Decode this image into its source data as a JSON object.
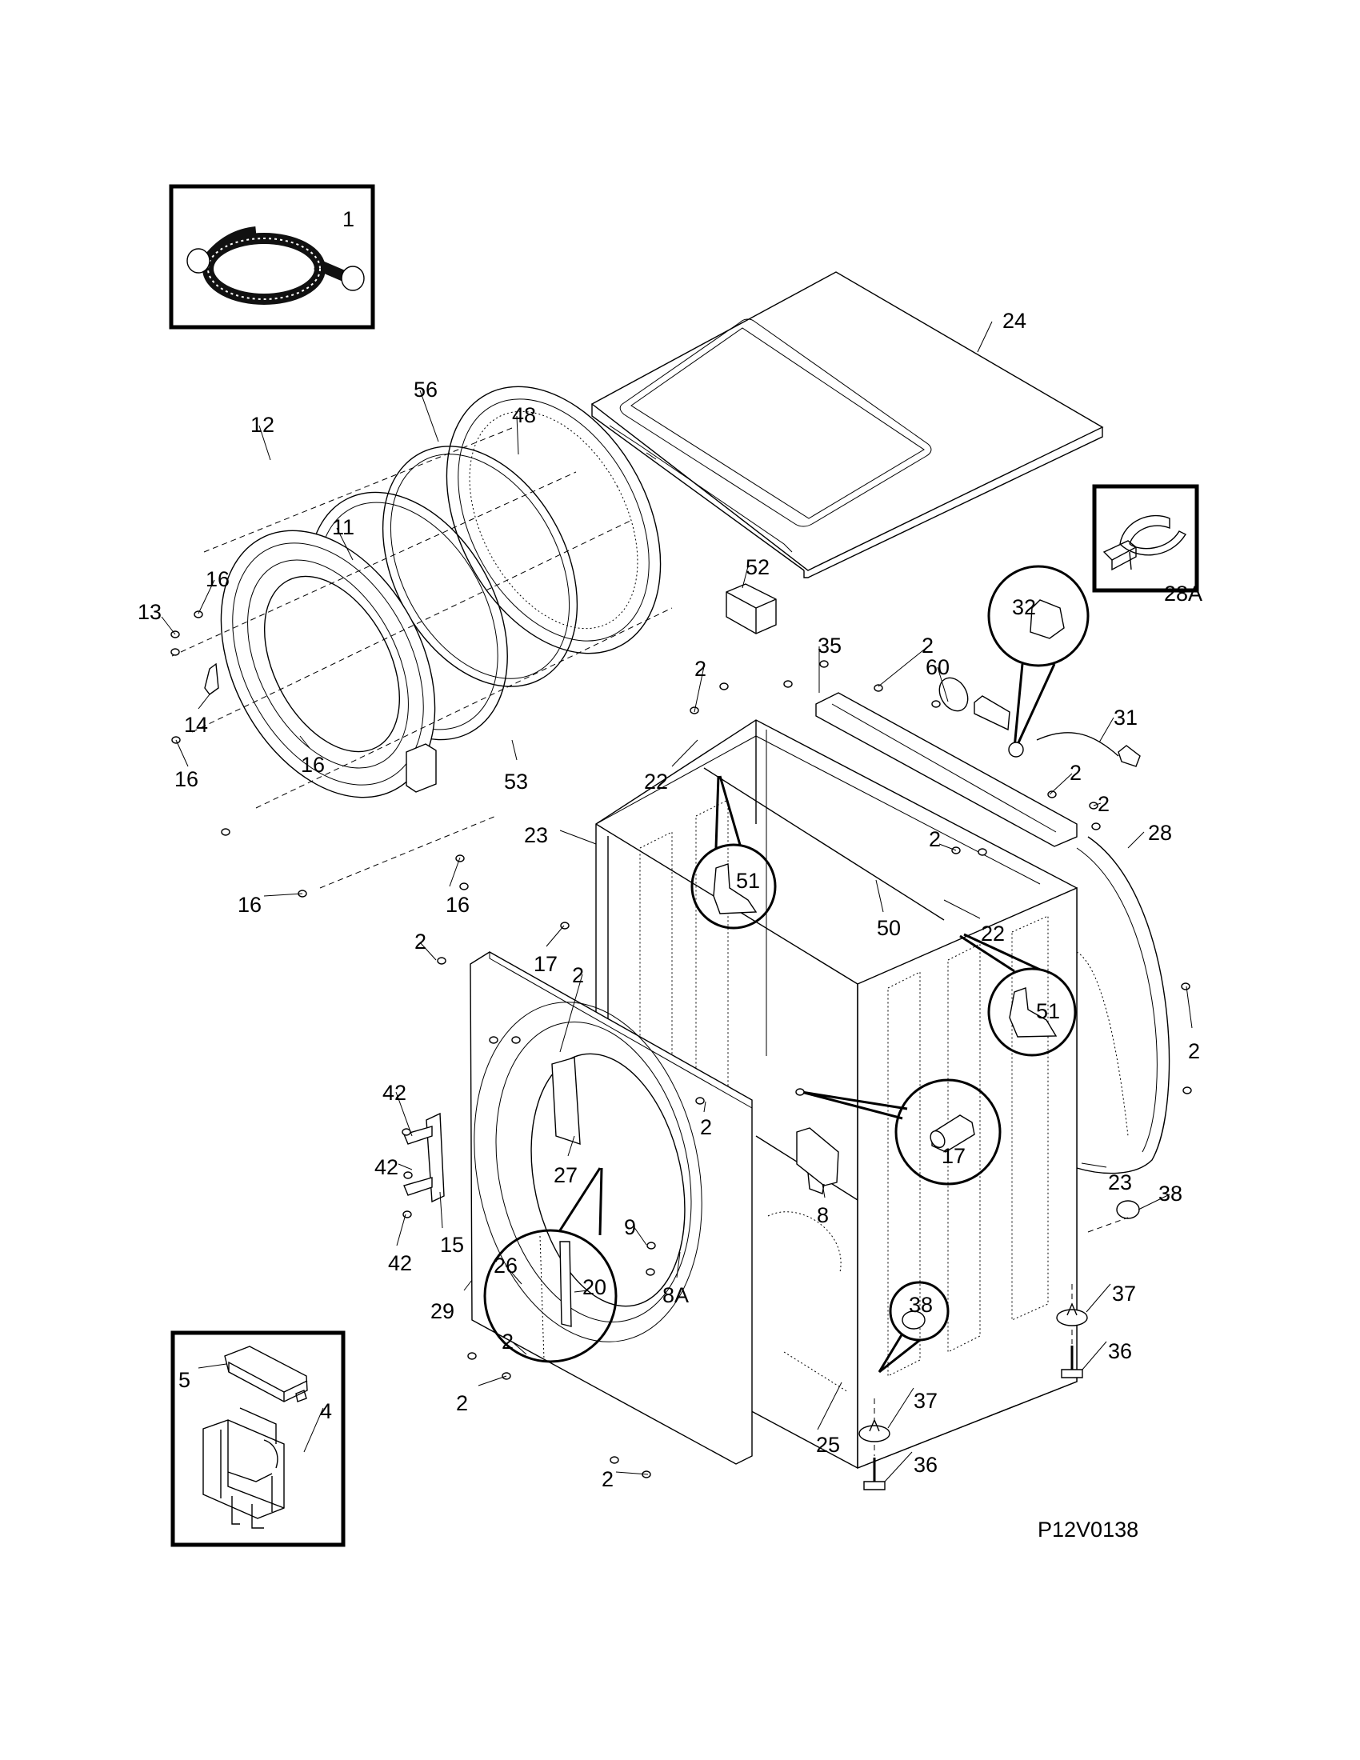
{
  "diagram": {
    "title": "Washer cabinet / top / front panel exploded parts view",
    "drawing_code": "P12V0138",
    "inset_boxes": [
      {
        "id": "inset-hose",
        "part": "1"
      },
      {
        "id": "inset-clamp",
        "part": "28A"
      },
      {
        "id": "inset-control",
        "parts": [
          "5",
          "4"
        ]
      }
    ],
    "callouts": [
      {
        "id": "c1",
        "label": "1"
      },
      {
        "id": "c24",
        "label": "24"
      },
      {
        "id": "c48",
        "label": "48"
      },
      {
        "id": "c56",
        "label": "56"
      },
      {
        "id": "c12",
        "label": "12"
      },
      {
        "id": "c11",
        "label": "11"
      },
      {
        "id": "c28A",
        "label": "28A"
      },
      {
        "id": "c52",
        "label": "52"
      },
      {
        "id": "c32",
        "label": "32"
      },
      {
        "id": "c16a",
        "label": "16"
      },
      {
        "id": "c13",
        "label": "13"
      },
      {
        "id": "c14",
        "label": "14"
      },
      {
        "id": "c35",
        "label": "35"
      },
      {
        "id": "c2a",
        "label": "2"
      },
      {
        "id": "c60",
        "label": "60"
      },
      {
        "id": "c2b",
        "label": "2"
      },
      {
        "id": "c31",
        "label": "31"
      },
      {
        "id": "c16b",
        "label": "16"
      },
      {
        "id": "c22a",
        "label": "22"
      },
      {
        "id": "c2c",
        "label": "2"
      },
      {
        "id": "c16c",
        "label": "16"
      },
      {
        "id": "c53",
        "label": "53"
      },
      {
        "id": "c2d",
        "label": "2"
      },
      {
        "id": "c23a",
        "label": "23"
      },
      {
        "id": "c51a",
        "label": "51"
      },
      {
        "id": "c2e",
        "label": "2"
      },
      {
        "id": "c28",
        "label": "28"
      },
      {
        "id": "c50",
        "label": "50"
      },
      {
        "id": "c22b",
        "label": "22"
      },
      {
        "id": "c16d",
        "label": "16"
      },
      {
        "id": "c16e",
        "label": "16"
      },
      {
        "id": "c2f",
        "label": "2"
      },
      {
        "id": "c17a",
        "label": "17"
      },
      {
        "id": "c2g",
        "label": "2"
      },
      {
        "id": "c51b",
        "label": "51"
      },
      {
        "id": "c2h",
        "label": "2"
      },
      {
        "id": "c42a",
        "label": "42"
      },
      {
        "id": "c2i",
        "label": "2"
      },
      {
        "id": "c17b",
        "label": "17"
      },
      {
        "id": "c27",
        "label": "27"
      },
      {
        "id": "c42b",
        "label": "42"
      },
      {
        "id": "c23b",
        "label": "23"
      },
      {
        "id": "c38a",
        "label": "38"
      },
      {
        "id": "c9",
        "label": "9"
      },
      {
        "id": "c8",
        "label": "8"
      },
      {
        "id": "c15",
        "label": "15"
      },
      {
        "id": "c42c",
        "label": "42"
      },
      {
        "id": "c26",
        "label": "26"
      },
      {
        "id": "c8A",
        "label": "8A"
      },
      {
        "id": "c20",
        "label": "20"
      },
      {
        "id": "c29",
        "label": "29"
      },
      {
        "id": "c37a",
        "label": "37"
      },
      {
        "id": "c38b",
        "label": "38"
      },
      {
        "id": "c36a",
        "label": "36"
      },
      {
        "id": "c2j",
        "label": "2"
      },
      {
        "id": "c5",
        "label": "5"
      },
      {
        "id": "c2k",
        "label": "2"
      },
      {
        "id": "c4",
        "label": "4"
      },
      {
        "id": "c25",
        "label": "25"
      },
      {
        "id": "c37b",
        "label": "37"
      },
      {
        "id": "c2l",
        "label": "2"
      },
      {
        "id": "c36b",
        "label": "36"
      }
    ]
  }
}
